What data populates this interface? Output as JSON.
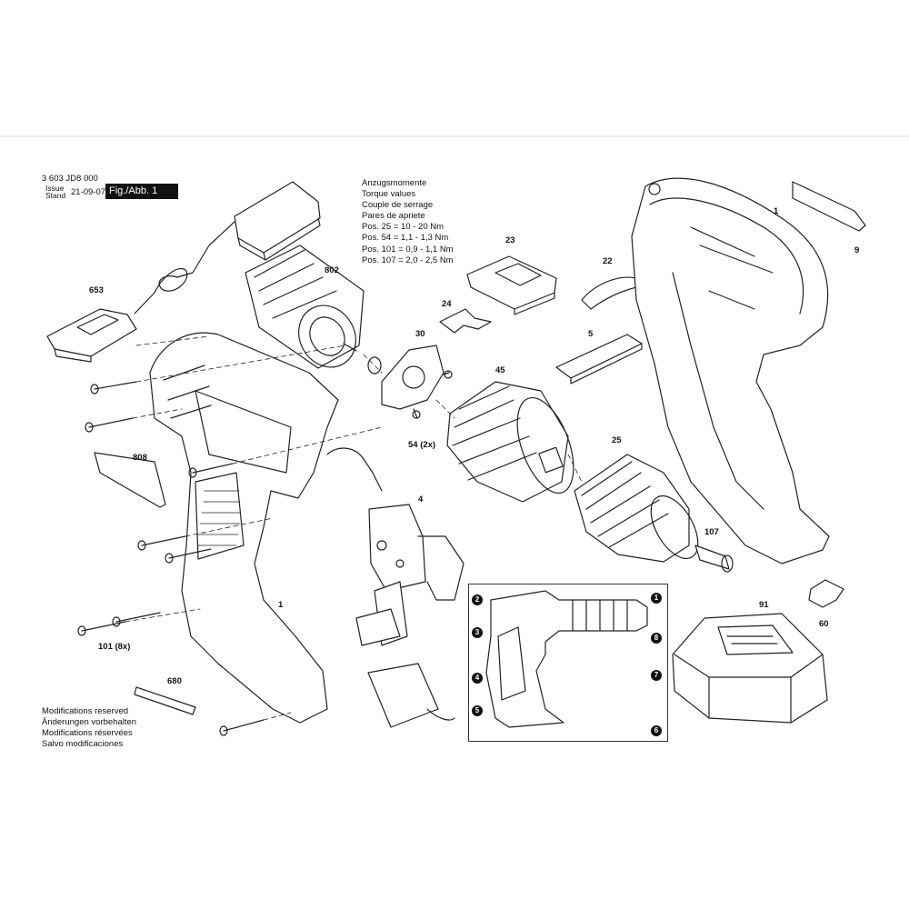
{
  "header": {
    "part_number": "3 603 JD8 000",
    "issue_label": "Issue",
    "stand_label": "Stand",
    "issue_date": "21-09-07",
    "figure_label": "Fig./Abb. 1"
  },
  "torque_notes": [
    "Anzugsmomente",
    "Torque values",
    "Couple de serrage",
    "Pares de apriete",
    "Pos. 25   = 10 - 20 Nm",
    "Pos. 54   = 1,1 - 1,3 Nm",
    "Pos. 101 = 0,9 - 1,1 Nm",
    "Pos. 107 = 2,0 - 2,5 Nm"
  ],
  "footer_notes": [
    "Modifications reserved",
    "Änderungen vorbehalten",
    "Modifications réservées",
    "Salvo modificaciones"
  ],
  "callouts": {
    "c802": "802",
    "c653": "653",
    "c24": "24",
    "c23": "23",
    "c22": "22",
    "c1a": "1",
    "c9": "9",
    "c30": "30",
    "c45": "45",
    "c5": "5",
    "c54": "54 (2x)",
    "c808": "808",
    "c4": "4",
    "c25": "25",
    "c107": "107",
    "c1b": "1",
    "c91": "91",
    "c60": "60",
    "c101": "101 (8x)",
    "c680": "680"
  },
  "inset_markers": [
    "1",
    "2",
    "3",
    "4",
    "5",
    "6",
    "7",
    "8"
  ]
}
